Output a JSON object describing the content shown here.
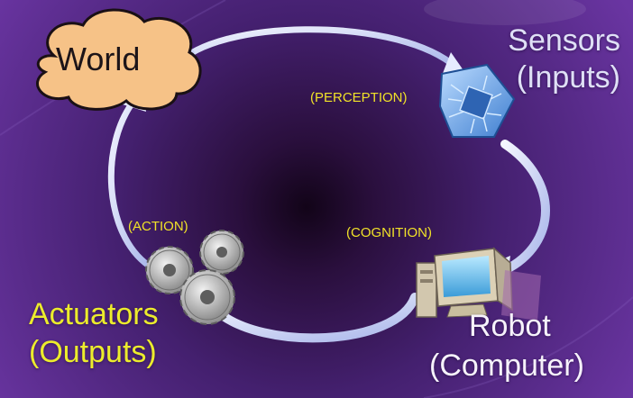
{
  "world": {
    "label": "World"
  },
  "sensors": {
    "title": "Sensors",
    "subtitle": "(Inputs)",
    "process": "(PERCEPTION)"
  },
  "robot": {
    "title": "Robot",
    "subtitle": "(Computer)",
    "process": "(COGNITION)"
  },
  "actuators": {
    "title": "Actuators",
    "subtitle": "(Outputs)",
    "process": "(ACTION)"
  },
  "icons": [
    "cloud-icon",
    "circuit-board-icon",
    "computer-icon",
    "gears-icon"
  ],
  "colors": {
    "background": "#5a2a8e",
    "background_center": "#120418",
    "cloud_fill": "#f6c287",
    "process_label": "#f0e128",
    "actuators_label": "#ecec2c",
    "sensors_label": "#dfe0f6",
    "robot_label": "#f6f2fb",
    "arrow": "#dde4ff"
  }
}
